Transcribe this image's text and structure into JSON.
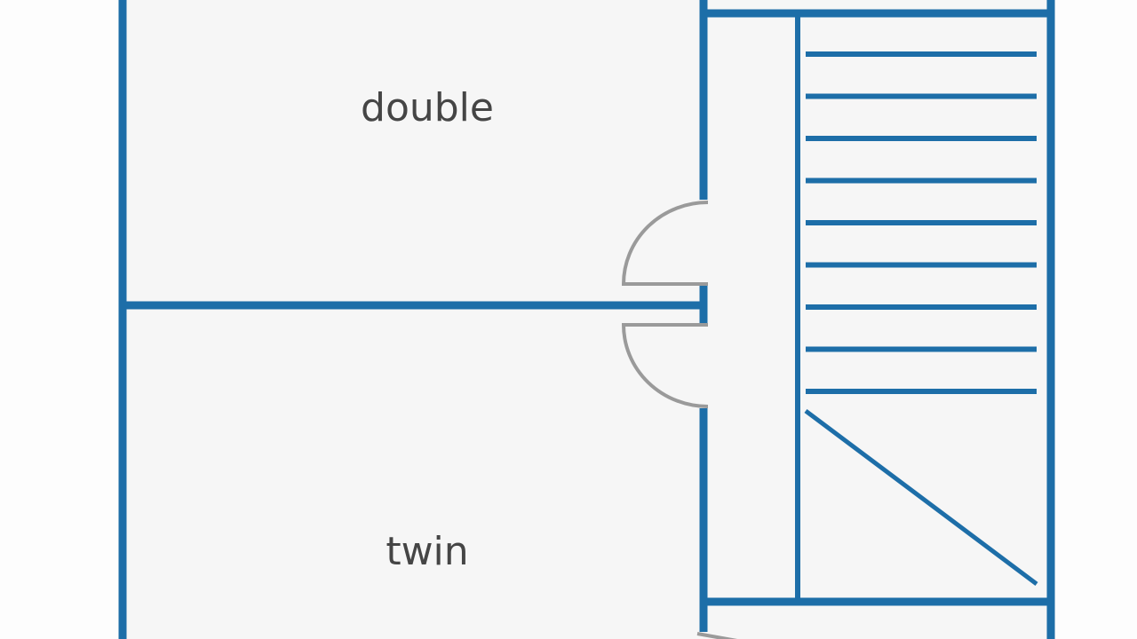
{
  "rooms": [
    {
      "label": "double"
    },
    {
      "label": "twin"
    }
  ],
  "colors": {
    "wall": "#1d6ea8",
    "door": "#9a9a9a",
    "floor": "#f6f6f6"
  },
  "stairs": {
    "tread_count": 9
  }
}
